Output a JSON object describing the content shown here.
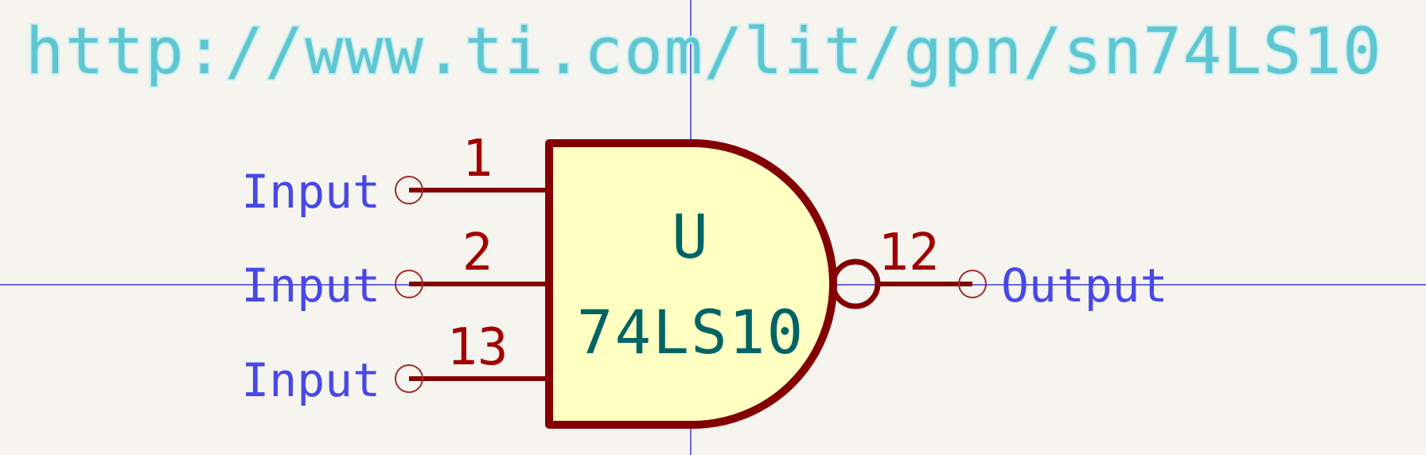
{
  "colors": {
    "background": "#f5f4ef",
    "crosshair": "#3a3ad8",
    "body_outline": "#840000",
    "body_fill": "#ffffc2",
    "pin": "#840000",
    "pin_number": "#a40000",
    "net_label": "#4848e8",
    "reference": "#006464",
    "url": "#5ec6d0",
    "url_glow": "#c6eef2"
  },
  "url": "http://www.ti.com/lit/gpn/sn74LS10",
  "component": {
    "reference": "U",
    "value": "74LS10"
  },
  "pins": [
    {
      "number": "1",
      "label": "Input"
    },
    {
      "number": "2",
      "label": "Input"
    },
    {
      "number": "13",
      "label": "Input"
    }
  ],
  "output": {
    "number": "12",
    "label": "Output"
  }
}
